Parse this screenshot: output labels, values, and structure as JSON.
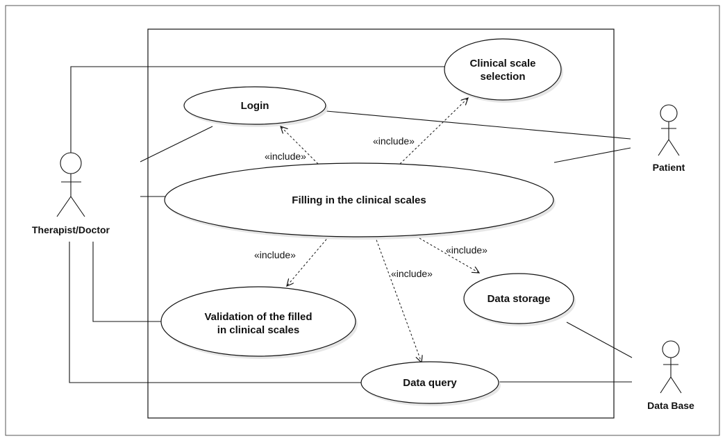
{
  "actors": {
    "therapist": "Therapist/Doctor",
    "patient": "Patient",
    "database": "Data Base"
  },
  "use_cases": {
    "login": "Login",
    "clinical_scale_selection": [
      "Clinical scale",
      "selection"
    ],
    "filling_in": "Filling in the clinical scales",
    "validation": [
      "Validation of the filled",
      "in clinical scales"
    ],
    "data_storage": "Data storage",
    "data_query": "Data query"
  },
  "include_label": "«include»",
  "colors": {
    "stroke": "#111111",
    "ellipse_fill": "#ffffff",
    "shadow": "#e6e6e6"
  }
}
